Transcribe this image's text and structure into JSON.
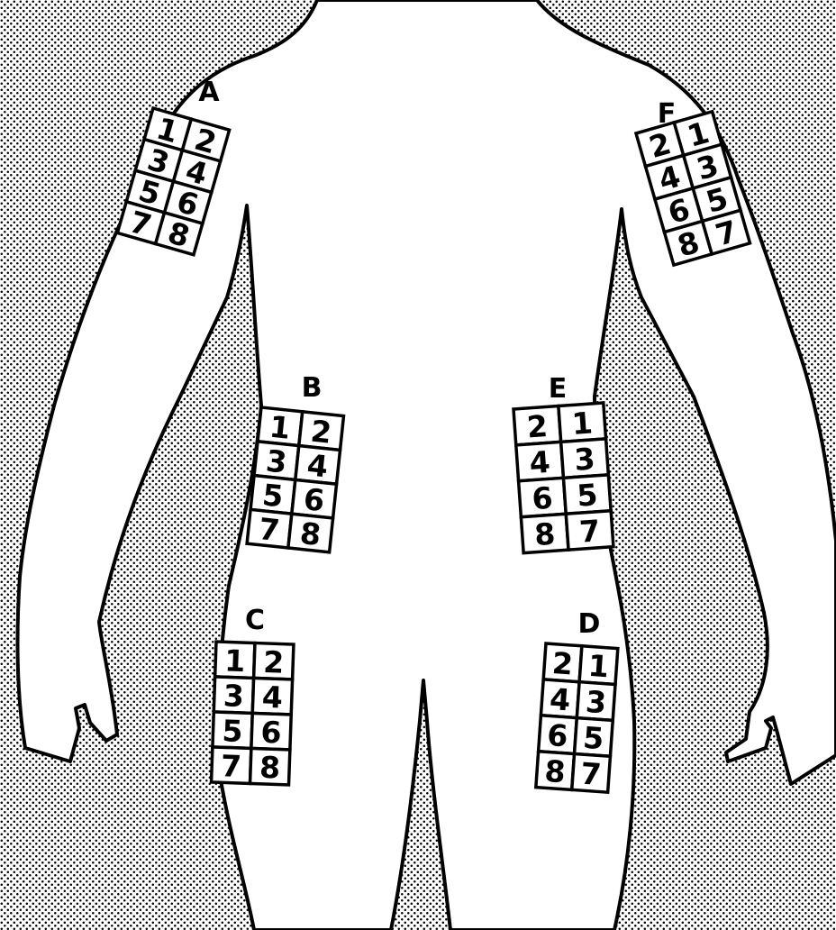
{
  "colors": {
    "ink": "#000000",
    "paper": "#ffffff",
    "stipple_background": "dotted gray pattern"
  },
  "zones": [
    {
      "id": "A",
      "label": "A",
      "region": "left upper arm",
      "cells": [
        "1",
        "2",
        "3",
        "4",
        "5",
        "6",
        "7",
        "8"
      ]
    },
    {
      "id": "B",
      "label": "B",
      "region": "left abdomen",
      "cells": [
        "1",
        "2",
        "3",
        "4",
        "5",
        "6",
        "7",
        "8"
      ]
    },
    {
      "id": "C",
      "label": "C",
      "region": "left thigh",
      "cells": [
        "1",
        "2",
        "3",
        "4",
        "5",
        "6",
        "7",
        "8"
      ]
    },
    {
      "id": "D",
      "label": "D",
      "region": "right thigh",
      "cells": [
        "2",
        "1",
        "4",
        "3",
        "6",
        "5",
        "8",
        "7"
      ]
    },
    {
      "id": "E",
      "label": "E",
      "region": "right abdomen",
      "cells": [
        "2",
        "1",
        "4",
        "3",
        "6",
        "5",
        "8",
        "7"
      ]
    },
    {
      "id": "F",
      "label": "F",
      "region": "right upper arm",
      "cells": [
        "2",
        "1",
        "4",
        "3",
        "6",
        "5",
        "8",
        "7"
      ]
    }
  ]
}
